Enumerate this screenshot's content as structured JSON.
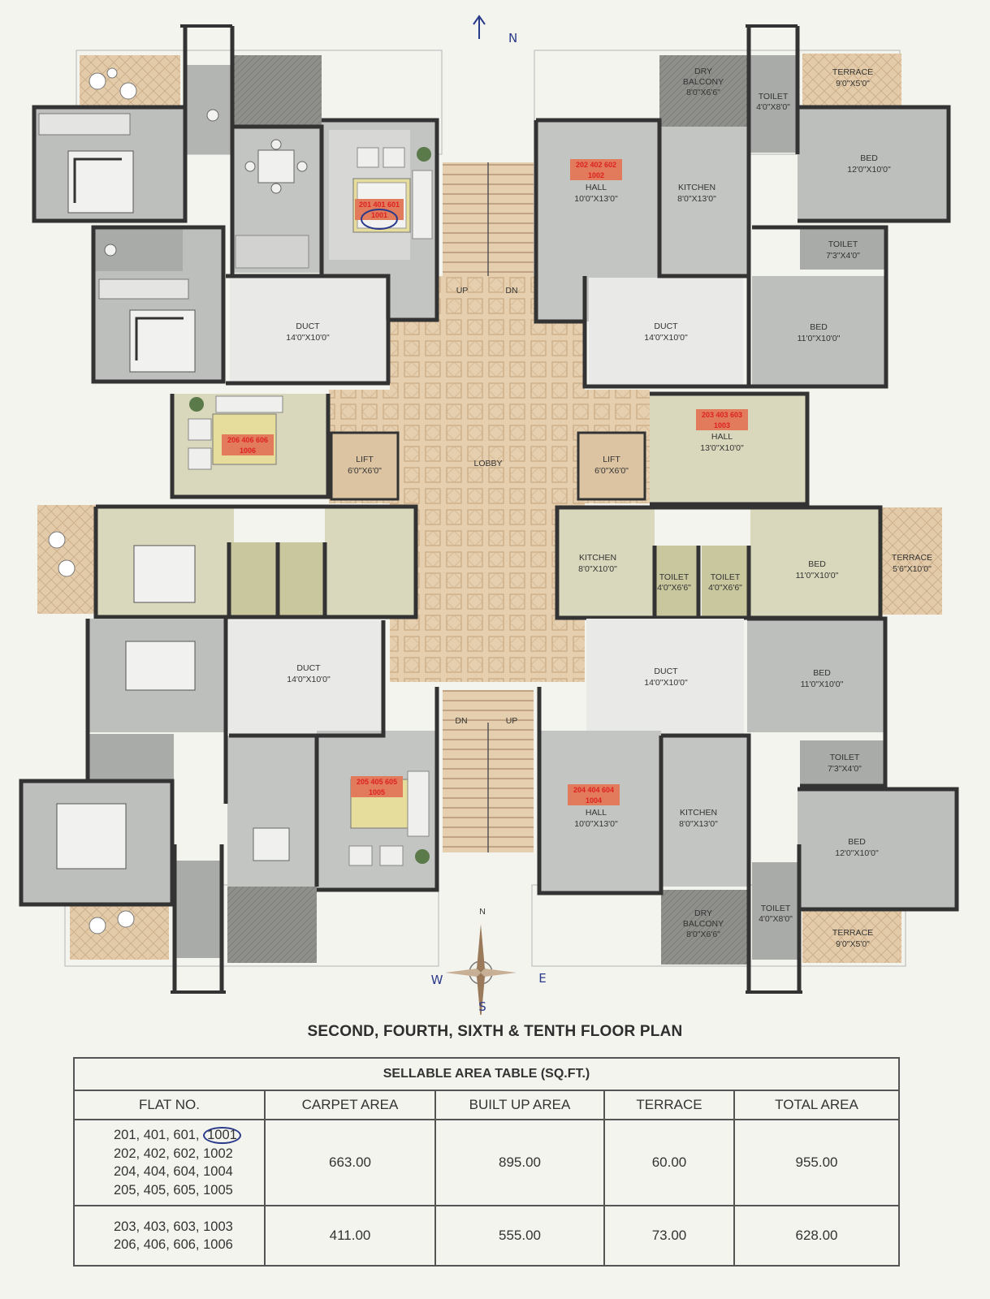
{
  "handwritten_north": "N",
  "rooms": {
    "unit_201": "201 401 601",
    "unit_201_b": "1001",
    "unit_202": "202 402 602",
    "unit_202_b": "1002",
    "hall_202": "HALL",
    "hall_202_dim": "10'0\"X13'0\"",
    "kitchen_202": "KITCHEN",
    "kitchen_202_dim": "8'0\"X13'0\"",
    "dry_balcony_top_1": "DRY",
    "dry_balcony_top_2": "BALCONY",
    "dry_balcony_top_dim": "8'0\"X6'6\"",
    "toilet_top": "TOILET",
    "toilet_top_dim": "4'0\"X8'0\"",
    "terrace_top": "TERRACE",
    "terrace_top_dim": "9'0\"X5'0\"",
    "bed_ne": "BED",
    "bed_ne_dim": "12'0\"X10'0\"",
    "toilet_ne": "TOILET",
    "toilet_ne_dim": "7'3\"X4'0\"",
    "bed_e": "BED",
    "bed_e_dim": "11'0\"X10'0\"",
    "duct_nw": "DUCT",
    "duct_nw_dim": "14'0\"X10'0\"",
    "duct_ne": "DUCT",
    "duct_ne_dim": "14'0\"X10'0\"",
    "stair_up": "UP",
    "stair_dn": "DN",
    "unit_203": "203 403 603",
    "unit_203_b": "1003",
    "hall_203": "HALL",
    "hall_203_dim": "13'0\"X10'0\"",
    "unit_206": "206 406 606",
    "unit_206_b": "1006",
    "lift_left": "LIFT",
    "lift_left_dim": "6'0\"X6'0\"",
    "lobby": "LOBBY",
    "lift_right": "LIFT",
    "lift_right_dim": "6'0\"X6'0\"",
    "kitchen_203": "KITCHEN",
    "kitchen_203_dim": "8'0\"X10'0\"",
    "toilet_203a": "TOILET",
    "toilet_203a_dim": "4'0\"X6'6\"",
    "toilet_203b": "TOILET",
    "toilet_203b_dim": "4'0\"X6'6\"",
    "bed_203": "BED",
    "bed_203_dim": "11'0\"X10'0\"",
    "terrace_203": "TERRACE",
    "terrace_203_dim": "5'6\"X10'0\"",
    "duct_sw": "DUCT",
    "duct_sw_dim": "14'0\"X10'0\"",
    "duct_se": "DUCT",
    "duct_se_dim": "14'0\"X10'0\"",
    "bed_se1": "BED",
    "bed_se1_dim": "11'0\"X10'0\"",
    "toilet_se": "TOILET",
    "toilet_se_dim": "7'3\"X4'0\"",
    "stair2_dn": "DN",
    "stair2_up": "UP",
    "unit_205": "205 405 605",
    "unit_205_b": "1005",
    "unit_204": "204 404 604",
    "unit_204_b": "1004",
    "hall_204": "HALL",
    "hall_204_dim": "10'0\"X13'0\"",
    "kitchen_204": "KITCHEN",
    "kitchen_204_dim": "8'0\"X13'0\"",
    "bed_se2": "BED",
    "bed_se2_dim": "12'0\"X10'0\"",
    "dry_balcony_bot_1": "DRY",
    "dry_balcony_bot_2": "BALCONY",
    "dry_balcony_bot_dim": "8'0\"X6'6\"",
    "toilet_bot": "TOILET",
    "toilet_bot_dim": "4'0\"X8'0\"",
    "terrace_bot": "TERRACE",
    "terrace_bot_dim": "9'0\"X5'0\""
  },
  "compass": {
    "north": "N",
    "south": "S",
    "east": "E",
    "west": "W"
  },
  "title": "SECOND, FOURTH, SIXTH & TENTH FLOOR PLAN",
  "table": {
    "caption": "SELLABLE AREA TABLE (SQ.FT.)",
    "headers": [
      "FLAT NO.",
      "CARPET AREA",
      "BUILT UP AREA",
      "TERRACE",
      "TOTAL AREA"
    ],
    "row1": {
      "flats_1_pre": "201, 401, 601, ",
      "flats_1_circled": "1001",
      "flats_2": "202, 402, 602, 1002",
      "flats_3": "204, 404, 604, 1004",
      "flats_4": "205, 405, 605, 1005",
      "carpet": "663.00",
      "builtup": "895.00",
      "terrace": "60.00",
      "total": "955.00"
    },
    "row2": {
      "flats_1": "203, 403, 603, 1003",
      "flats_2": "206, 406, 606, 1006",
      "carpet": "411.00",
      "builtup": "555.00",
      "terrace": "73.00",
      "total": "628.00"
    }
  },
  "colors": {
    "floor_grey": "#b9bbb8",
    "duct_light": "#e8e8e6",
    "lobby_tile": "#e6cfae",
    "terrace_tile": "#e2c8a6",
    "unit_green": "#d9d8bc",
    "balcony_dark": "#8e8f8c",
    "tag_red": "#e0694a",
    "wall": "#333333",
    "ink_blue": "#2a3a8a"
  }
}
